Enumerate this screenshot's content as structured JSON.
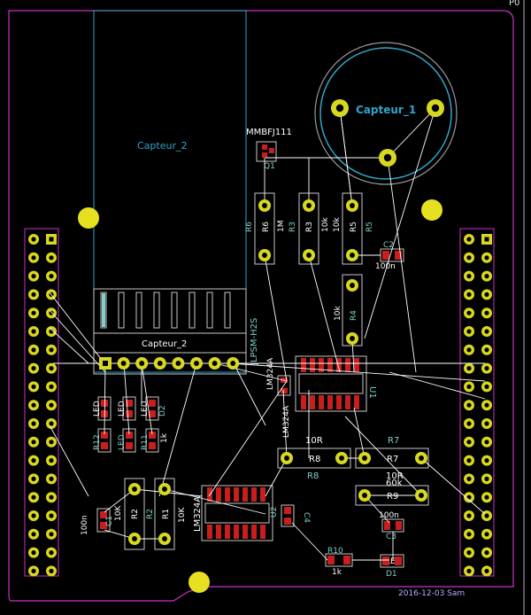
{
  "sheet": {
    "corner_label": "P0",
    "footer_text": "2016-12-03 Sam"
  },
  "colors": {
    "background": "#000000",
    "edge": "#c832c8",
    "pad": "#d8d820",
    "smd": "#c81e1e",
    "ratsnest": "#ffffff",
    "courtyard": "#7fd0c8",
    "fab": "#2fa6c9"
  },
  "capteur1": {
    "label": "Capteur_1"
  },
  "capteur2": {
    "label": "Capteur_2",
    "connector_label": "Capteur_2",
    "connector_value": "JLPSM-H2S"
  },
  "q1": {
    "ref": "Q1",
    "value": "MMBFJ111"
  },
  "components": {
    "R6": {
      "ref": "R6",
      "value": "R6"
    },
    "R3": {
      "ref": "R3",
      "value": "1M"
    },
    "R5": {
      "ref": "R5",
      "value": "10k"
    },
    "R5b": {
      "ref": "R5",
      "value": "10k"
    },
    "R4": {
      "ref": "R4",
      "value": "10k"
    },
    "C2": {
      "ref": "C2",
      "value": "100n"
    },
    "U1": {
      "ref": "U1",
      "value": "U1"
    },
    "R8": {
      "ref": "R8",
      "value": "10R",
      "ref2": "R8"
    },
    "R7": {
      "ref": "R7",
      "value": "10R",
      "ref2": "R7"
    },
    "R9": {
      "ref": "R9",
      "value": "60k"
    },
    "C3": {
      "ref": "C3",
      "value": "100n"
    },
    "R10": {
      "ref": "R10",
      "value": "1k"
    },
    "D1": {
      "ref": "D1",
      "value": "LED"
    },
    "R2": {
      "ref": "R2",
      "value": "10K"
    },
    "R1": {
      "ref": "R1",
      "value": "10K"
    },
    "C1": {
      "ref": "C1",
      "value": "100n"
    },
    "U2": {
      "ref": "U2",
      "value": "LM324A"
    },
    "C4": {
      "ref": "C4",
      "value": "C4"
    },
    "D2": {
      "ref": "D2",
      "value": "LED"
    },
    "R11": {
      "ref": "R11",
      "value": "1k"
    },
    "R12": {
      "ref": "R12",
      "value": "R12"
    },
    "R13": {
      "ref": "R13",
      "value": "LED"
    },
    "LM324A": {
      "value": "LM324A"
    }
  },
  "legend": {
    "left_leds": [
      "LED",
      "LED",
      "LED"
    ]
  }
}
